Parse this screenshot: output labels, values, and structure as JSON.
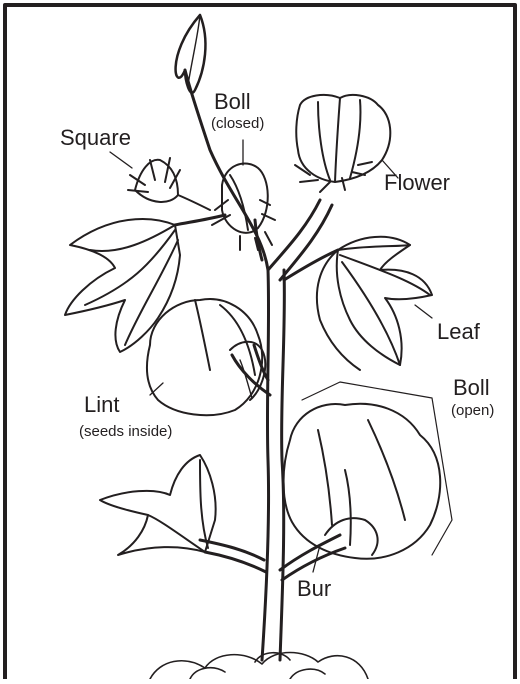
{
  "labels": {
    "square": "Square",
    "boll_closed": "Boll",
    "boll_closed_note": "(closed)",
    "flower": "Flower",
    "leaf": "Leaf",
    "lint": "Lint",
    "lint_note": "(seeds inside)",
    "boll_open": "Boll",
    "boll_open_note": "(open)",
    "bur": "Bur"
  },
  "colors": {
    "ink": "#231f20",
    "paper": "#ffffff",
    "frame": "#231f20"
  }
}
